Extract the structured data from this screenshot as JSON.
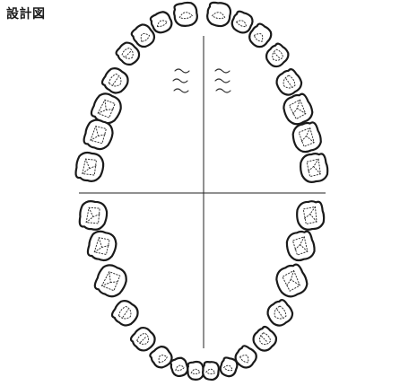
{
  "title": "設計図",
  "colors": {
    "outline": "#1a1a1a",
    "lines": "#222222",
    "background": "#ffffff"
  },
  "arches": [
    {
      "id": "upper",
      "teeth": 16
    },
    {
      "id": "lower",
      "teeth": 16
    }
  ],
  "palatal_rugae_icon": "wavy-lines-icon"
}
